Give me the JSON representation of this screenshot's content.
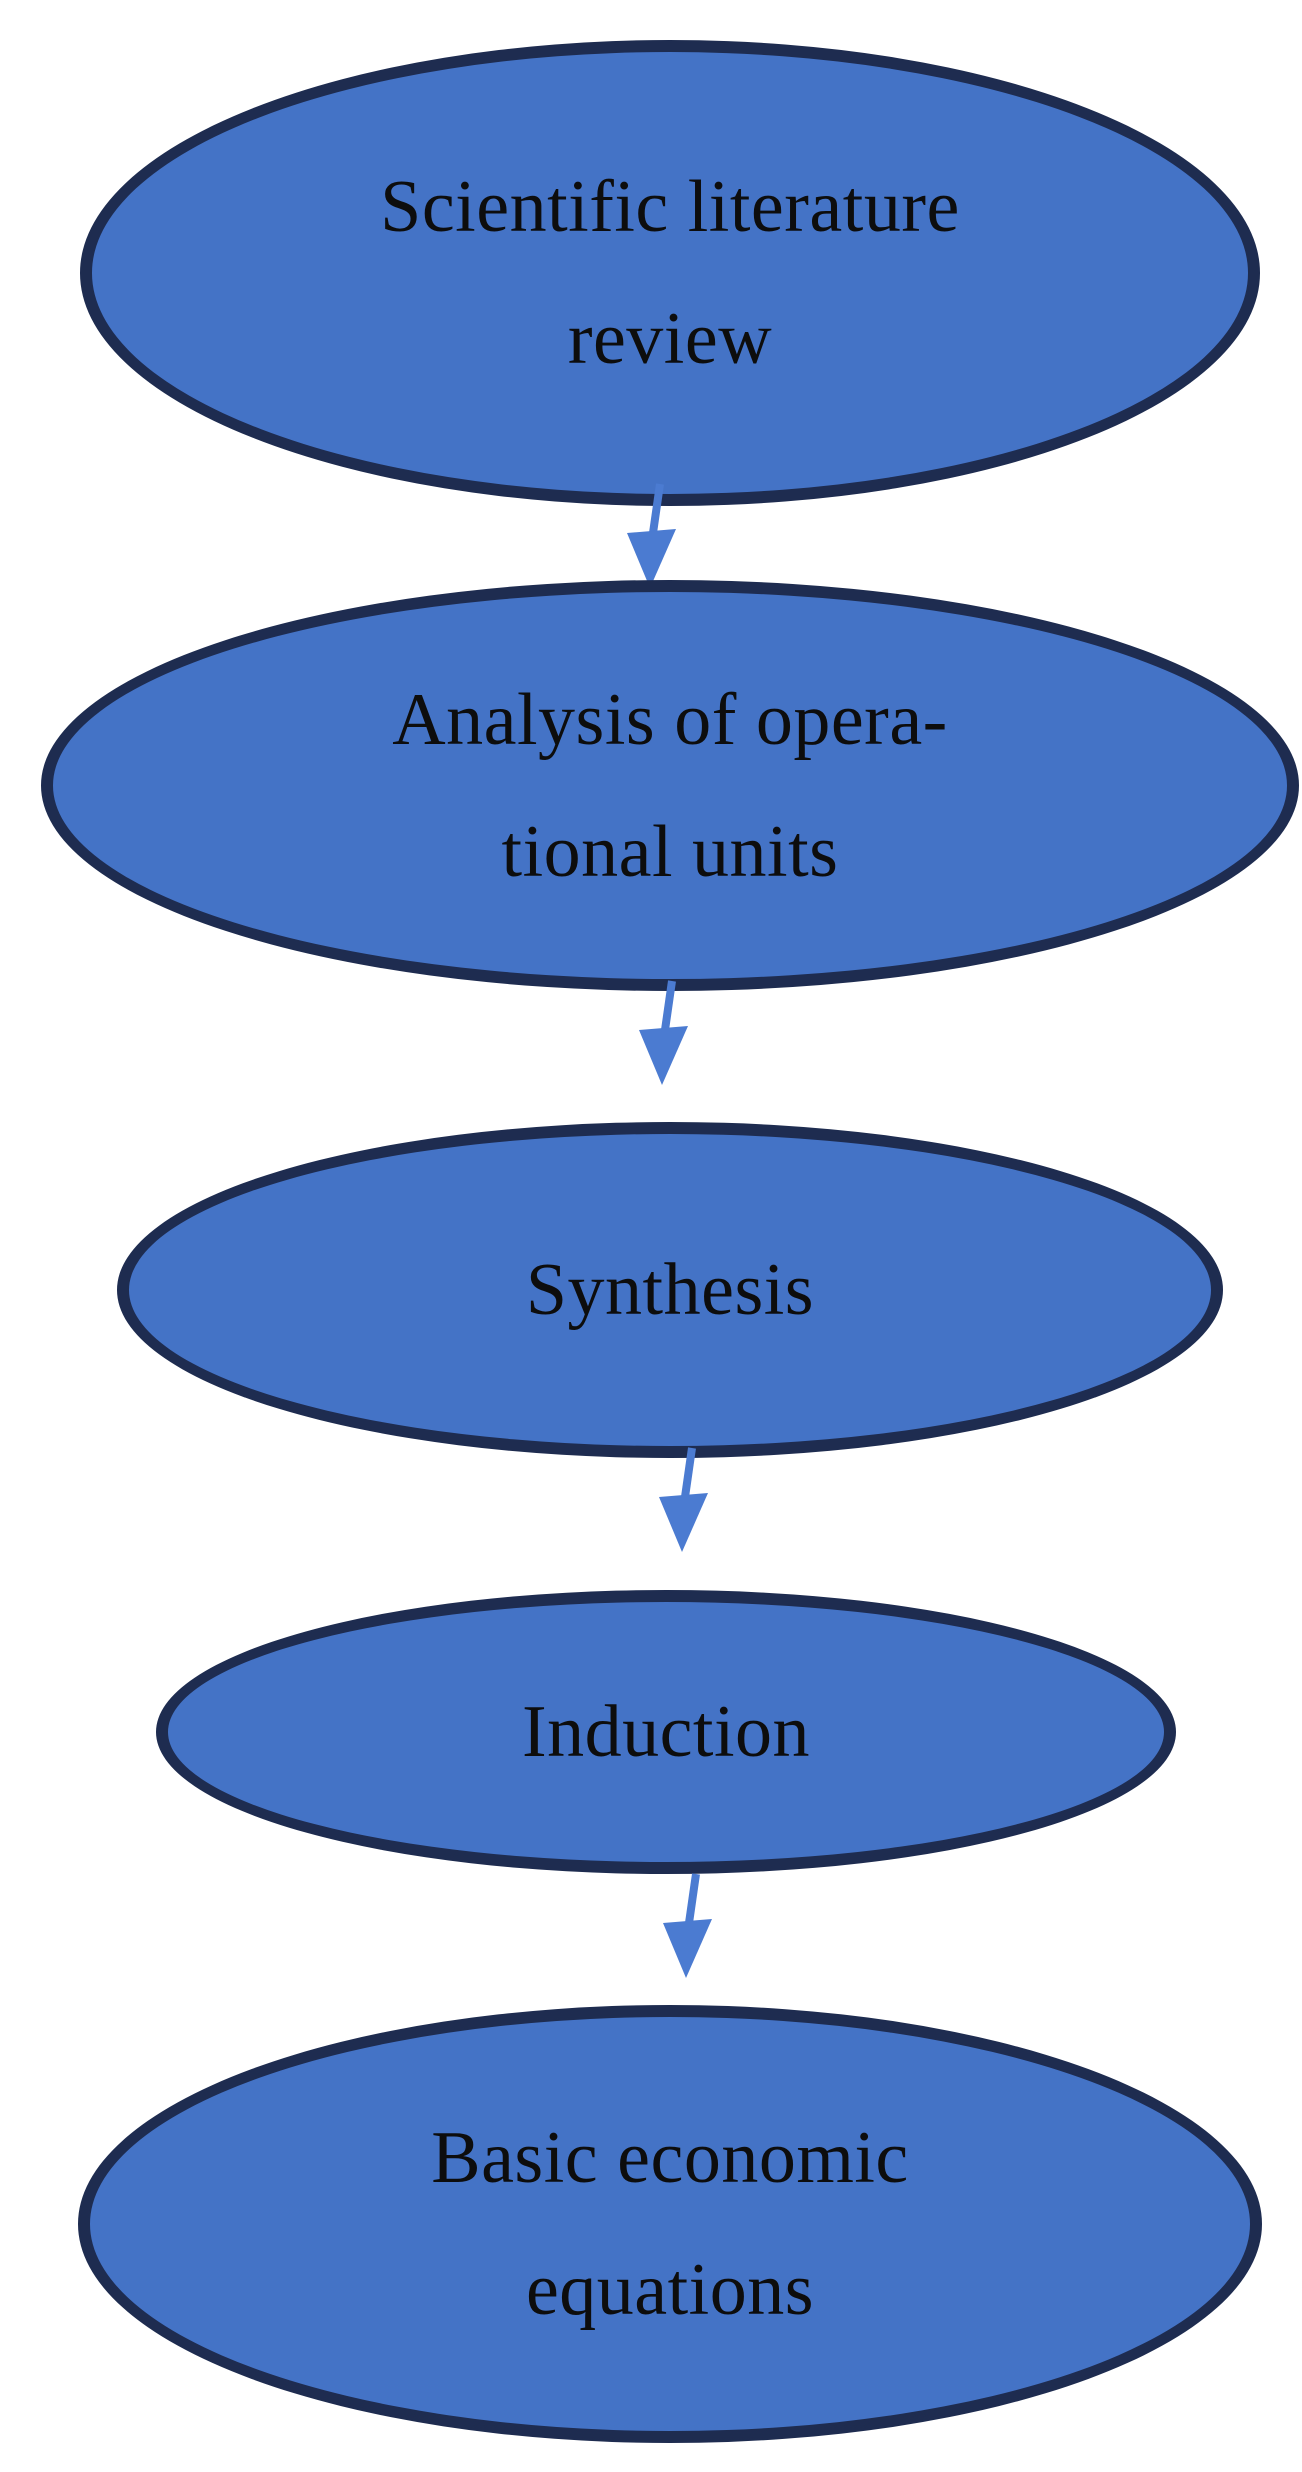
{
  "diagram": {
    "type": "flowchart",
    "direction": "top-down",
    "nodes": [
      {
        "id": "scientific-literature-review",
        "shape": "ellipse",
        "lines": [
          "Scientific literature",
          "review"
        ],
        "label": "Scientific literature review"
      },
      {
        "id": "analysis-of-operational-units",
        "shape": "ellipse",
        "lines": [
          "Analysis of opera-",
          "tional units"
        ],
        "label": "Analysis of operational units"
      },
      {
        "id": "synthesis",
        "shape": "ellipse",
        "lines": [
          "Synthesis"
        ],
        "label": "Synthesis"
      },
      {
        "id": "induction",
        "shape": "ellipse",
        "lines": [
          "Induction"
        ],
        "label": "Induction"
      },
      {
        "id": "basic-economic-equations",
        "shape": "ellipse",
        "lines": [
          "Basic economic",
          "equations"
        ],
        "label": "Basic economic equations"
      }
    ],
    "edges": [
      {
        "from": "scientific-literature-review",
        "to": "analysis-of-operational-units",
        "style": "arrow-down"
      },
      {
        "from": "analysis-of-operational-units",
        "to": "synthesis",
        "style": "arrow-down"
      },
      {
        "from": "synthesis",
        "to": "induction",
        "style": "arrow-down"
      },
      {
        "from": "induction",
        "to": "basic-economic-equations",
        "style": "arrow-down"
      }
    ]
  },
  "colors": {
    "ellipse_fill": "#4473c6",
    "ellipse_border": "#1e2c50",
    "arrow": "#4b7bd1",
    "text": "#0d0d0d",
    "background": "#ffffff"
  }
}
